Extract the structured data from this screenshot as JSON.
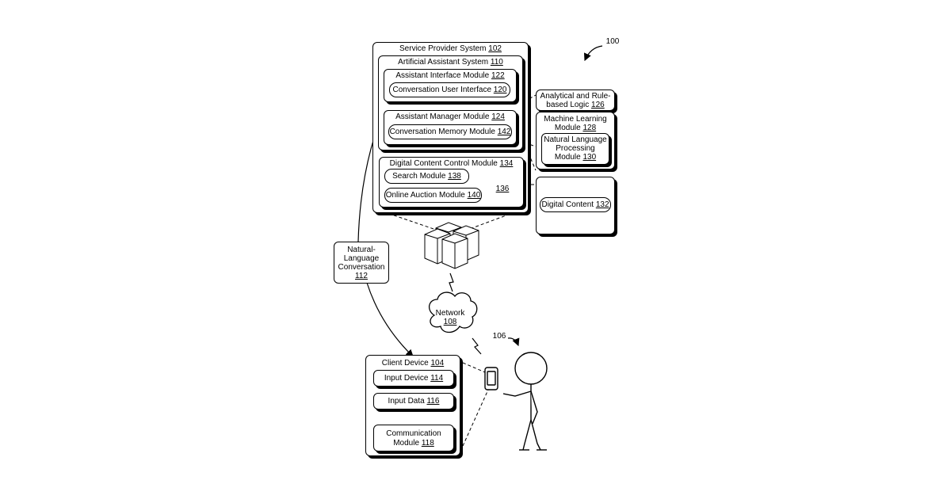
{
  "figure_ref": "100",
  "service_provider": {
    "label": "Service Provider System",
    "ref": "102"
  },
  "artificial_assistant": {
    "label": "Artificial Assistant System",
    "ref": "110"
  },
  "assistant_interface": {
    "label": "Assistant Interface Module",
    "ref": "122"
  },
  "conversation_ui": {
    "label": "Conversation User Interface",
    "ref": "120"
  },
  "assistant_manager": {
    "label": "Assistant Manager Module",
    "ref": "124"
  },
  "conversation_memory": {
    "label": "Conversation Memory Module",
    "ref": "142"
  },
  "digital_content_control": {
    "label": "Digital Content Control Module",
    "ref": "134"
  },
  "search_module": {
    "label": "Search Module",
    "ref": "138"
  },
  "online_auction": {
    "label": "Online Auction Module",
    "ref": "140"
  },
  "storage_ref": "136",
  "analytical_logic": {
    "label_line1": "Analytical and Rule-",
    "label_line2": "based Logic",
    "ref": "126"
  },
  "machine_learning": {
    "label_line1": "Machine Learning",
    "label_line2": "Module",
    "ref": "128"
  },
  "nlp_module": {
    "label_line1": "Natural Language",
    "label_line2": "Processing",
    "label_line3": "Module",
    "ref": "130"
  },
  "digital_content": {
    "label": "Digital Content",
    "ref": "132"
  },
  "nl_conversation": {
    "line1": "Natural-",
    "line2": "Language",
    "line3": "Conversation",
    "ref": "112"
  },
  "network": {
    "label": "Network",
    "ref": "108"
  },
  "user_ref": "106",
  "client_device": {
    "label": "Client Device",
    "ref": "104"
  },
  "input_device": {
    "label": "Input Device",
    "ref": "114"
  },
  "input_data": {
    "label": "Input Data",
    "ref": "116"
  },
  "communication_module": {
    "label_line1": "Communication",
    "label_line2": "Module",
    "ref": "118"
  }
}
